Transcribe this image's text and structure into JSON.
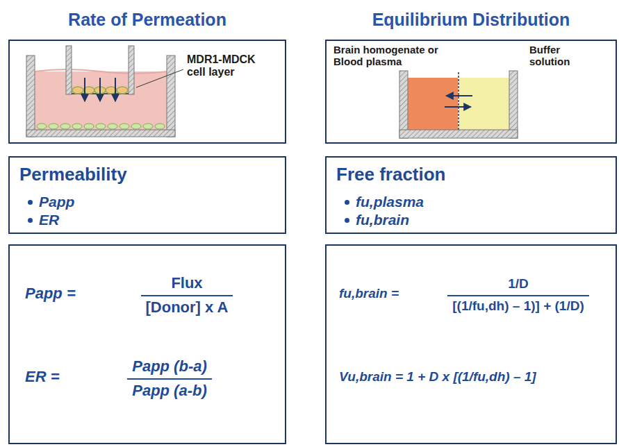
{
  "diagram": {
    "nodes": [
      {
        "text": [
          "MDR1-MDCK cell layer"
        ]
      },
      {
        "text": [
          "Permeability",
          "Papp",
          "ER"
        ]
      },
      {
        "text": [
          "Papp =",
          "Flux",
          "[Donor] x A",
          "ER =",
          "Papp (b-a)",
          "Papp (a-b)"
        ]
      },
      {
        "text": [
          "Brain homogenate or Blood plasma",
          "Buffer solution"
        ]
      },
      {
        "text": [
          "Free fraction",
          "fu,plasma",
          "fu,brain"
        ]
      },
      {
        "text": [
          "fu,brain =",
          "1/D",
          "[(1/fu,dh) – 1)] + (1/D)",
          "Vu,brain = 1 + D x [(1/fu,dh) – 1]"
        ]
      }
    ],
    "labels": [
      "Rate of Permeation",
      "Equilibrium Distribution"
    ]
  }
}
